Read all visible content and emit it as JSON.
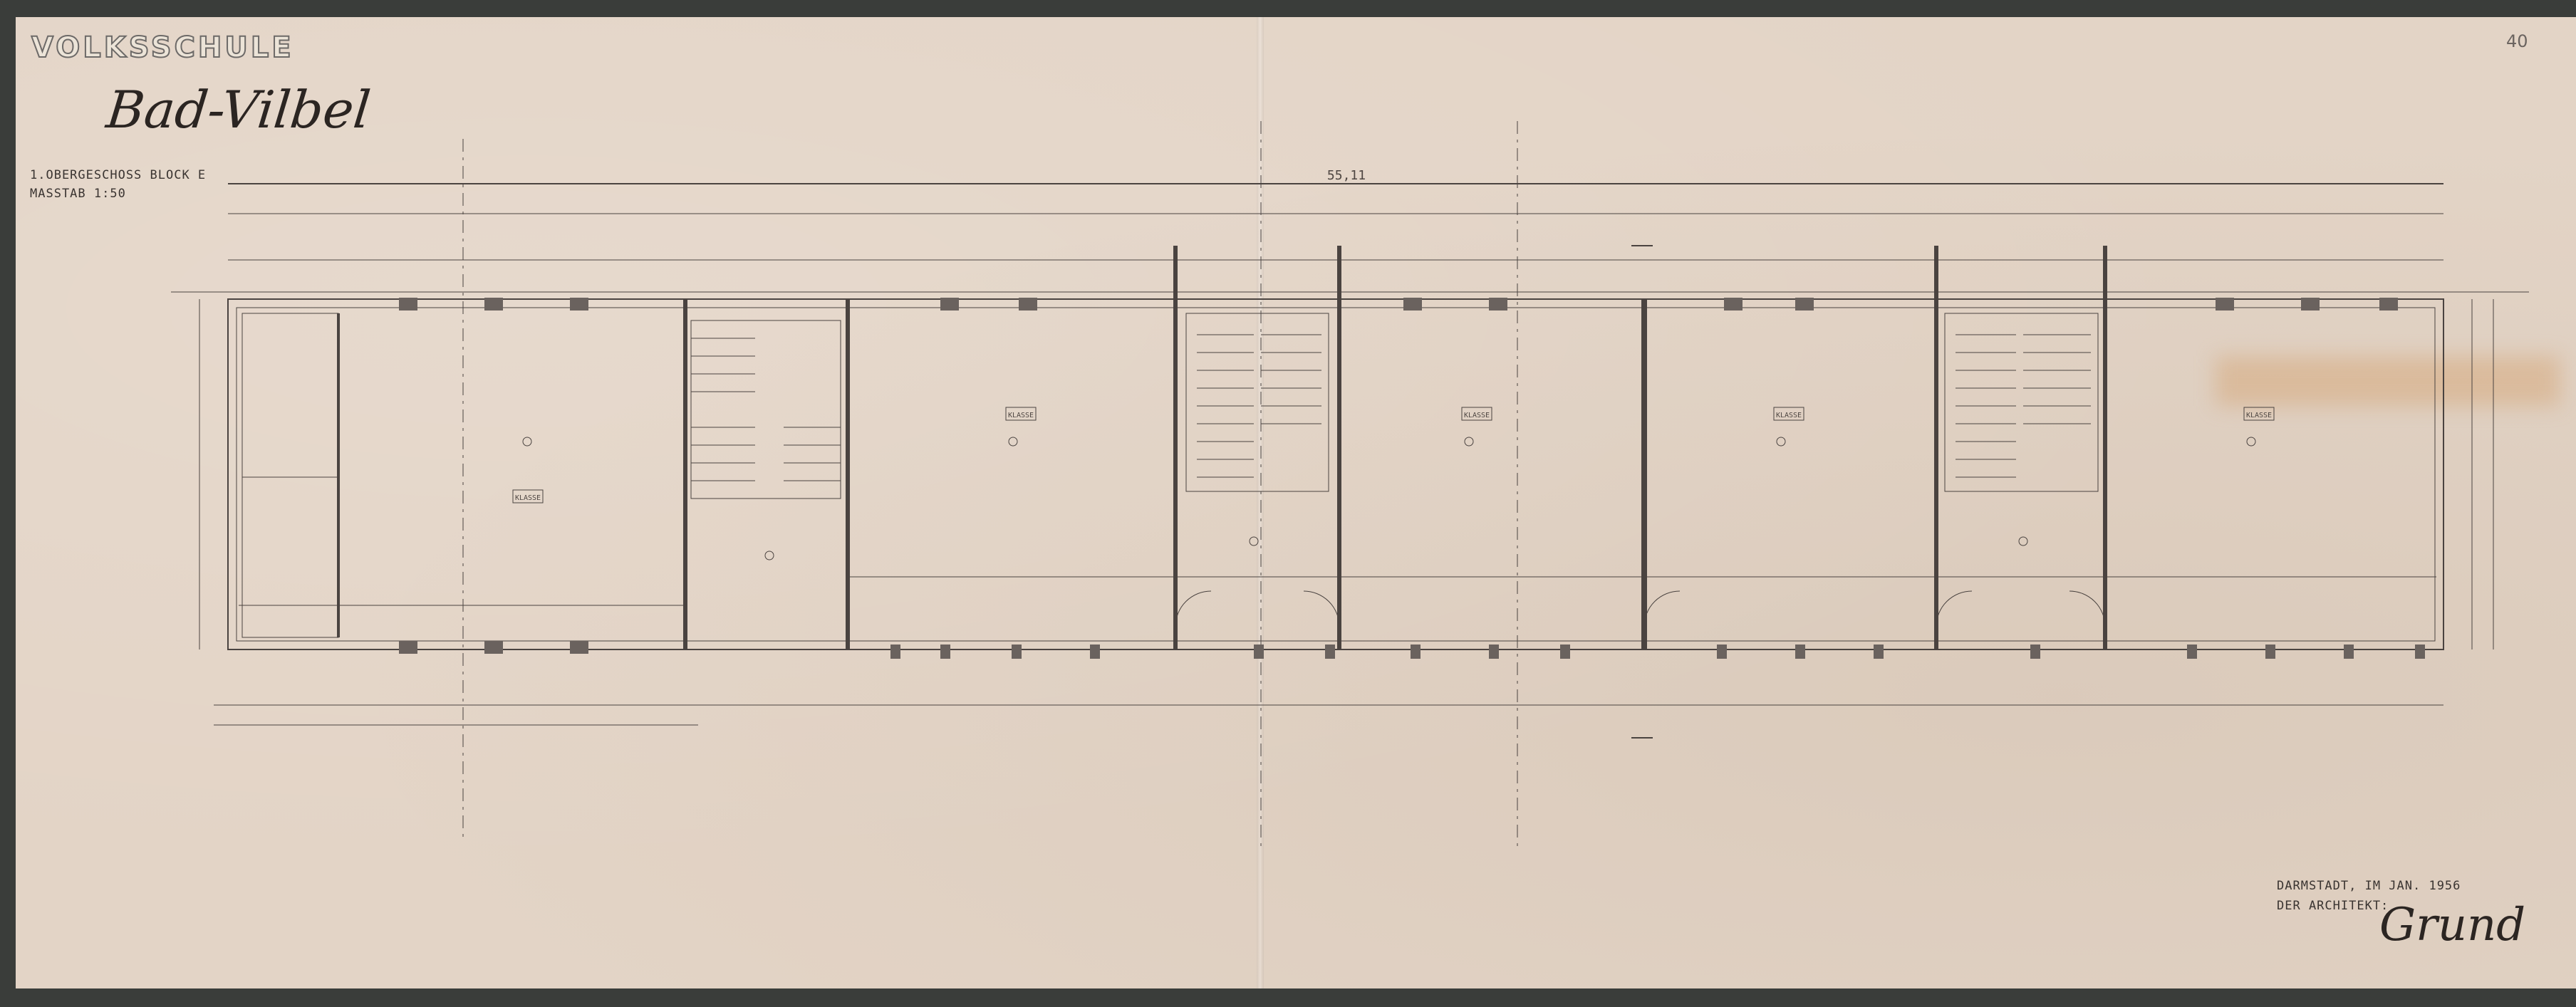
{
  "drawing": {
    "school_title": "VOLKSSCHULE",
    "school_place": "Bad-Vilbel",
    "floor_label": "1.OBERGESCHOSS BLOCK E",
    "scale_label": "MASSTAB 1:50",
    "sheet_number": "40",
    "place_date": "DARMSTADT, IM JAN. 1956",
    "architect_label": "DER ARCHITEKT:",
    "signature": "Grund",
    "overall_dimension": "55,11",
    "room_tags": [
      "KLASSE",
      "KLASSE",
      "KLASSE",
      "KLASSE",
      "KLASSE"
    ],
    "colors": {
      "paper": "#e3d4c6",
      "ink": "#3a3431",
      "stain": "#d2965a",
      "border": "#3a3d3a"
    }
  }
}
